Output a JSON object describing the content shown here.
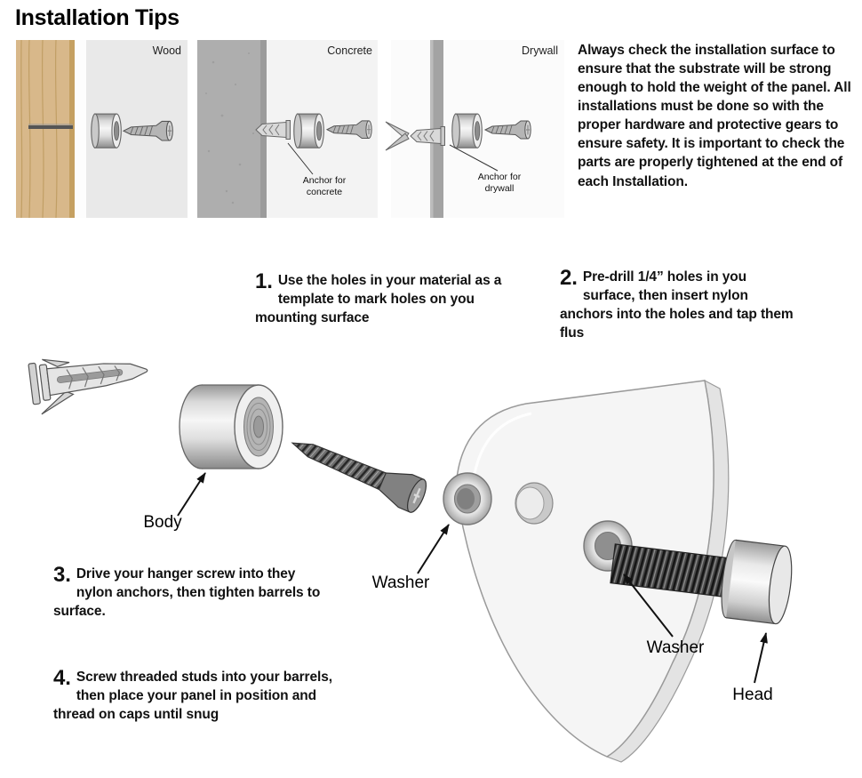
{
  "title": "Installation Tips",
  "intro": "Always check the installation surface to ensure that the substrate will be strong enough to hold the weight of the panel. All installations must be done so with the proper hardware and protective gears to ensure safety. It is important to check the parts are properly tightened at the end of each Installation.",
  "panels": [
    {
      "label": "Wood"
    },
    {
      "label": "Concrete",
      "annotation": "Anchor for concrete"
    },
    {
      "label": "Drywall",
      "annotation": "Anchor for drywall"
    }
  ],
  "steps": [
    {
      "num": "1.",
      "text": "Use the holes in your material as a template to mark holes on you mounting surface"
    },
    {
      "num": "2.",
      "text": "Pre-drill 1/4” holes in you surface, then insert nylon anchors into the holes and tap them flus"
    },
    {
      "num": "3.",
      "text": "Drive your hanger screw into they nylon anchors, then tighten barrels to surface."
    },
    {
      "num": "4.",
      "text": "Screw threaded studs into your barrels, then place your panel in position and thread on caps until snug"
    }
  ],
  "part_labels": {
    "body": "Body",
    "washer_top": "Washer",
    "washer_right": "Washer",
    "head": "Head"
  }
}
